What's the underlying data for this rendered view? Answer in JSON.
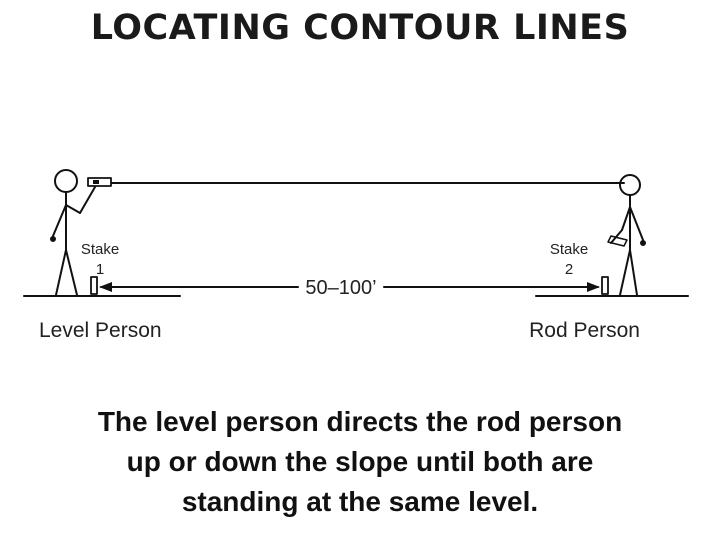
{
  "title": "LOCATING CONTOUR LINES",
  "diagram": {
    "stake1": {
      "line1": "Stake",
      "line2": "1"
    },
    "stake2": {
      "line1": "Stake",
      "line2": "2"
    },
    "distance_label": "50–100’",
    "level_person_label": "Level Person",
    "rod_person_label": "Rod Person"
  },
  "caption": {
    "line1": "The level person directs the rod person",
    "line2": "up or down the slope until both are",
    "line3": "standing at the same level."
  },
  "colors": {
    "ink": "#111111"
  }
}
